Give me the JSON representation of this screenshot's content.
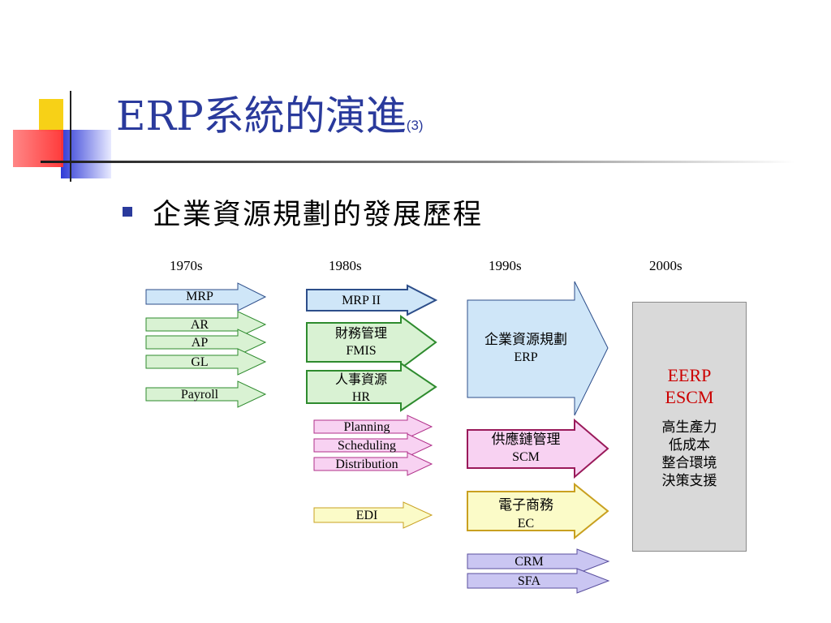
{
  "title": {
    "main": "ERP系統的演進",
    "suffix": "(3)"
  },
  "subtitle": "企業資源規劃的發展歷程",
  "decades": [
    "1970s",
    "1980s",
    "1990s",
    "2000s"
  ],
  "colors": {
    "title": "#2a3a9c",
    "blue_fill": "#cfe6f8",
    "blue_stroke": "#2d4e8a",
    "green_fill": "#d9f2d3",
    "green_stroke": "#2e8b2e",
    "pink_fill": "#f8d2f2",
    "pink_stroke": "#b0308a",
    "yellow_fill": "#fbfbc8",
    "yellow_stroke": "#c9a020",
    "purple_fill": "#cac6f2",
    "purple_stroke": "#5a4f9e",
    "gray_box": "#d9d9d9",
    "red_text": "#cc0000"
  },
  "col1970": {
    "mrp": "MRP",
    "ar": "AR",
    "ap": "AP",
    "gl": "GL",
    "payroll": "Payroll"
  },
  "col1980": {
    "mrp2": "MRP II",
    "fmis_zh": "財務管理",
    "fmis": "FMIS",
    "hr_zh": "人事資源",
    "hr": "HR",
    "planning": "Planning",
    "scheduling": "Scheduling",
    "distribution": "Distribution",
    "edi": "EDI"
  },
  "col1990": {
    "erp_zh": "企業資源規劃",
    "erp": "ERP",
    "scm_zh": "供應鏈管理",
    "scm": "SCM",
    "ec_zh": "電子商務",
    "ec": "EC",
    "crm": "CRM",
    "sfa": "SFA"
  },
  "col2000": {
    "eerp": "EERP",
    "escm": "ESCM",
    "features": [
      "高生產力",
      "低成本",
      "整合環境",
      "決策支援"
    ]
  }
}
